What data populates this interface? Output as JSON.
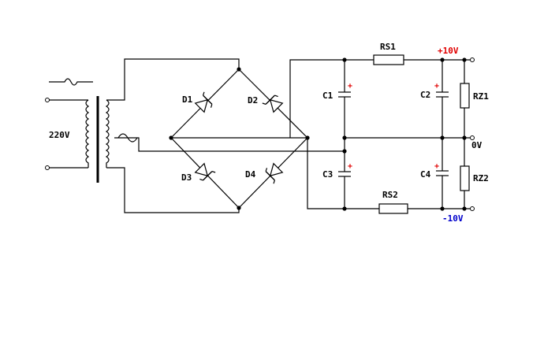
{
  "labels": {
    "transformer_input": "220V",
    "diode1": "D1",
    "diode2": "D2",
    "diode3": "D3",
    "diode4": "D4",
    "cap1": "C1",
    "cap2": "C2",
    "cap3": "C3",
    "cap4": "C4",
    "res_s1": "RS1",
    "res_s2": "RS2",
    "res_z1": "RZ1",
    "res_z2": "RZ2",
    "pos_out": "+10V",
    "gnd_out": "0V",
    "neg_out": "-10V",
    "polarity": "+"
  },
  "colors": {
    "positive": "#e00000",
    "negative": "#0000cc",
    "wire": "#000000"
  }
}
